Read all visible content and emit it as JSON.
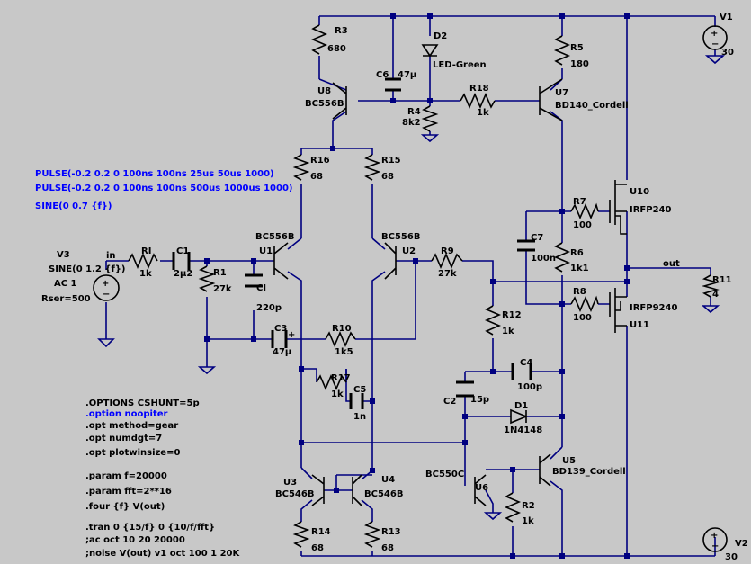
{
  "components": {
    "R3": {
      "name": "R3",
      "value": "680"
    },
    "R5": {
      "name": "R5",
      "value": "180"
    },
    "R4": {
      "name": "R4",
      "value": "8k2"
    },
    "R18": {
      "name": "R18",
      "value": "1k"
    },
    "R16": {
      "name": "R16",
      "value": "68"
    },
    "R15": {
      "name": "R15",
      "value": "68"
    },
    "RI": {
      "name": "RI",
      "value": "1k"
    },
    "R1": {
      "name": "R1",
      "value": "27k"
    },
    "R9": {
      "name": "R9",
      "value": "27k"
    },
    "R10": {
      "name": "R10",
      "value": "1k5"
    },
    "R12": {
      "name": "R12",
      "value": "1k"
    },
    "R17": {
      "name": "R17",
      "value": "1k"
    },
    "R7": {
      "name": "R7",
      "value": "100"
    },
    "R6": {
      "name": "R6",
      "value": "1k1"
    },
    "R8": {
      "name": "R8",
      "value": "100"
    },
    "R11": {
      "name": "R11",
      "value": "4"
    },
    "R14": {
      "name": "R14",
      "value": "68"
    },
    "R13": {
      "name": "R13",
      "value": "68"
    },
    "R2": {
      "name": "R2",
      "value": "1k"
    },
    "C6": {
      "name": "C6",
      "value": "47µ"
    },
    "C1": {
      "name": "C1",
      "value": "2µ2"
    },
    "CI": {
      "name": "CI",
      "value": "220p"
    },
    "C3": {
      "name": "C3",
      "value": "47µ"
    },
    "C5": {
      "name": "C5",
      "value": "1n"
    },
    "C7": {
      "name": "C7",
      "value": "100n"
    },
    "C4": {
      "name": "C4",
      "value": "100p"
    },
    "C2": {
      "name": "C2",
      "value": "15p"
    },
    "D2": {
      "name": "D2",
      "value": "LED-Green"
    },
    "D1": {
      "name": "D1",
      "value": "1N4148"
    },
    "U8": {
      "name": "U8",
      "value": "BC556B"
    },
    "U7": {
      "name": "U7",
      "value": "BD140_Cordell"
    },
    "U1": {
      "name": "U1",
      "value": "BC556B"
    },
    "U2": {
      "name": "U2",
      "value": "BC556B"
    },
    "U10": {
      "name": "U10",
      "value": "IRFP240"
    },
    "U11": {
      "name": "U11",
      "value": "IRFP9240"
    },
    "U3": {
      "name": "U3",
      "value": "BC546B"
    },
    "U4": {
      "name": "U4",
      "value": "BC546B"
    },
    "U5": {
      "name": "U5",
      "value": "BD139_Cordell"
    },
    "U6": {
      "name": "U6",
      "value": "BC550C"
    },
    "V1": {
      "name": "V1",
      "value": "30"
    },
    "V2": {
      "name": "V2",
      "value": "30"
    },
    "V3": {
      "name": "V3",
      "value": "SINE(0 1.2 {f})",
      "ac": "AC 1",
      "rser": "Rser=500"
    }
  },
  "nets": {
    "in": "in",
    "out": "out"
  },
  "pulse_sources": [
    "PULSE(-0.2 0.2 0 100ns 100ns 25us 50us 1000)",
    "PULSE(-0.2 0.2 0 100ns 100ns 500us 1000us 1000)",
    "SINE(0 0.7 {f})"
  ],
  "directives": {
    "options": ".OPTIONS CSHUNT=5p",
    "noopiter": ".option noopiter",
    "method": ".opt method=gear",
    "numdgt": ".opt numdgt=7",
    "plotwinsize": ".opt plotwinsize=0",
    "param_f": ".param f=20000",
    "param_fft": ".param fft=2**16",
    "four": ".four {f} V(out)",
    "tran": ".tran 0 {15/f} 0 {10/f/fft}",
    "ac": ";ac oct 10 20 20000",
    "noise": ";noise V(out) v1 oct 100 1 20K"
  }
}
